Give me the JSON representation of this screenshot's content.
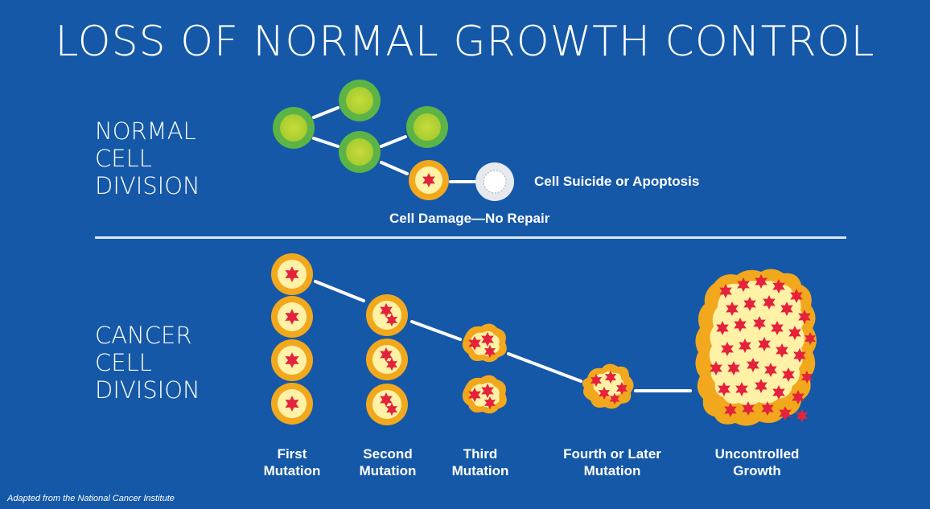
{
  "title": "LOSS OF NORMAL GROWTH CONTROL",
  "normal_section": {
    "label_lines": [
      "NORMAL",
      "CELL",
      "DIVISION"
    ],
    "apoptosis_label": "Cell Suicide or Apoptosis",
    "damage_label": "Cell Damage—No Repair"
  },
  "cancer_section": {
    "label_lines": [
      "CANCER",
      "CELL",
      "DIVISION"
    ],
    "stages": [
      {
        "line1": "First",
        "line2": "Mutation"
      },
      {
        "line1": "Second",
        "line2": "Mutation"
      },
      {
        "line1": "Third",
        "line2": "Mutation"
      },
      {
        "line1": "Fourth or Later",
        "line2": "Mutation"
      },
      {
        "line1": "Uncontrolled",
        "line2": "Growth"
      }
    ]
  },
  "credit": "Adapted from the National Cancer Institute",
  "colors": {
    "background": "#1558a8",
    "healthy_cell_outer": "#5cb447",
    "healthy_cell_inner": "#b8d433",
    "damaged_cell_outer": "#f2a81d",
    "damaged_cell_inner": "#fff1a6",
    "mutation_star": "#e4223b",
    "apoptotic_cell": "#e6e9ee",
    "connector": "#ffffff"
  }
}
